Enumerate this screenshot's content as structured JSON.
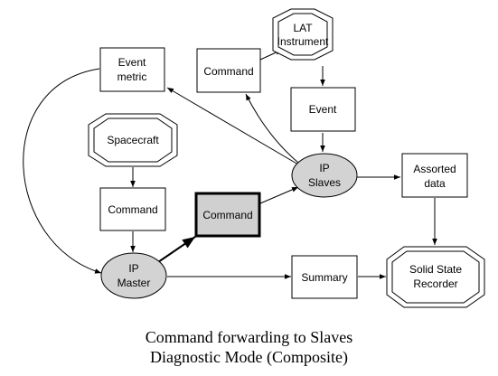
{
  "nodes": {
    "lat_instrument": [
      "LAT",
      "Instrument"
    ],
    "command_top": [
      "Command"
    ],
    "event_metric": [
      "Event",
      "metric"
    ],
    "event": [
      "Event"
    ],
    "spacecraft": [
      "Spacecraft"
    ],
    "ip_slaves": [
      "IP",
      "Slaves"
    ],
    "assorted_data": [
      "Assorted",
      "data"
    ],
    "command_left": [
      "Command"
    ],
    "command_center": [
      "Command"
    ],
    "ip_master": [
      "IP",
      "Master"
    ],
    "summary": [
      "Summary"
    ],
    "solid_state_recorder": [
      "Solid State",
      "Recorder"
    ]
  },
  "caption": {
    "line1": "Command forwarding to Slaves",
    "line2": "Diagnostic Mode (Composite)"
  },
  "colors": {
    "ellipse_fill": "#d3d3d3",
    "highlight_fill": "#d0d0d0",
    "stroke": "#000000"
  }
}
